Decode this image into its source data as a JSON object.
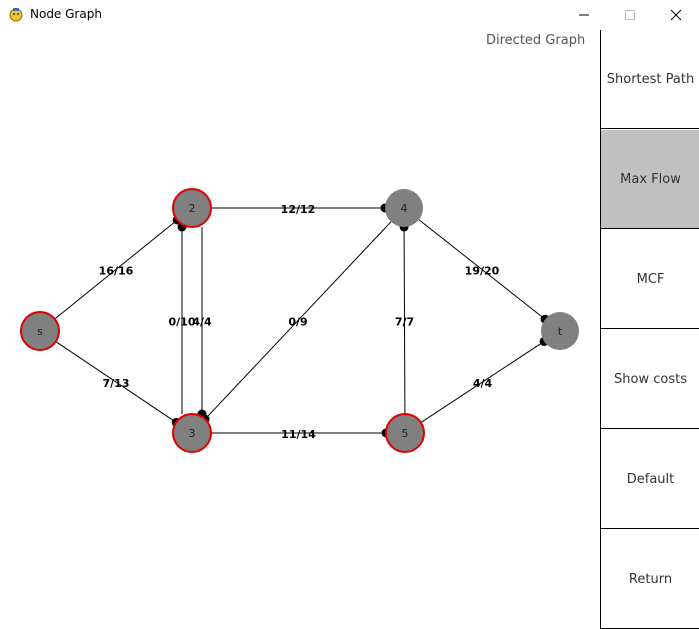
{
  "window": {
    "title": "Node Graph"
  },
  "graph": {
    "mode_label": "Directed Graph",
    "nodes": [
      {
        "id": "s",
        "label": "s",
        "highlighted": true
      },
      {
        "id": "2",
        "label": "2",
        "highlighted": true
      },
      {
        "id": "3",
        "label": "3",
        "highlighted": true
      },
      {
        "id": "4",
        "label": "4",
        "highlighted": false
      },
      {
        "id": "5",
        "label": "5",
        "highlighted": true
      },
      {
        "id": "t",
        "label": "t",
        "highlighted": false
      }
    ],
    "edges": [
      {
        "from": "s",
        "to": "2",
        "label": "16/16"
      },
      {
        "from": "s",
        "to": "3",
        "label": "7/13"
      },
      {
        "from": "3",
        "to": "2",
        "label": "0/10"
      },
      {
        "from": "2",
        "to": "3",
        "label": "4/4"
      },
      {
        "from": "2",
        "to": "4",
        "label": "12/12"
      },
      {
        "from": "4",
        "to": "3",
        "label": "0/9"
      },
      {
        "from": "3",
        "to": "5",
        "label": "11/14"
      },
      {
        "from": "5",
        "to": "4",
        "label": "7/7"
      },
      {
        "from": "4",
        "to": "t",
        "label": "19/20"
      },
      {
        "from": "5",
        "to": "t",
        "label": "4/4"
      }
    ],
    "colors": {
      "node_fill": "#808080",
      "highlight_border": "#e00000",
      "edge": "#000000"
    }
  },
  "sidebar": {
    "buttons": [
      {
        "label": "Shortest Path",
        "active": false
      },
      {
        "label": "Max Flow",
        "active": true
      },
      {
        "label": "MCF",
        "active": false
      },
      {
        "label": "Show costs",
        "active": false
      },
      {
        "label": "Default",
        "active": false
      },
      {
        "label": "Return",
        "active": false
      }
    ]
  }
}
